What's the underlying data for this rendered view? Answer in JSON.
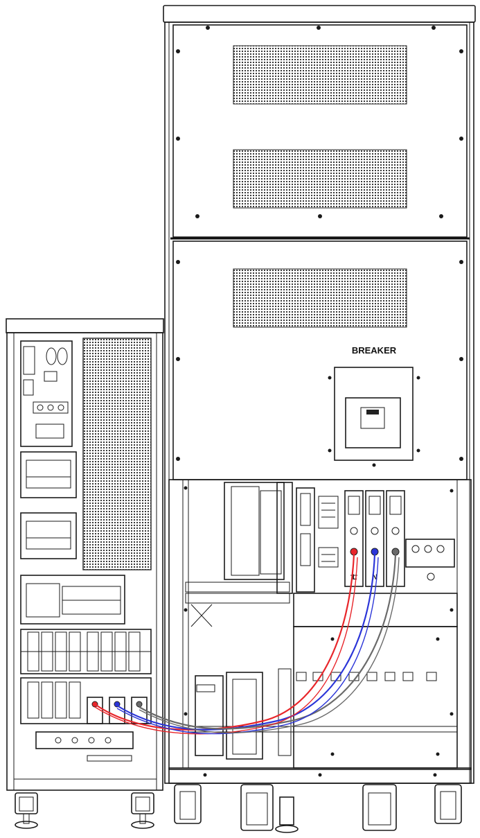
{
  "labels": {
    "breaker": "BREAKER",
    "terminal_l": "L",
    "terminal_n": "N"
  },
  "colors": {
    "line_cable": "#e8262b",
    "neutral_cable": "#2b35d8",
    "ground_cable": "#6a6a6a",
    "outline": "#1a1a1a"
  }
}
